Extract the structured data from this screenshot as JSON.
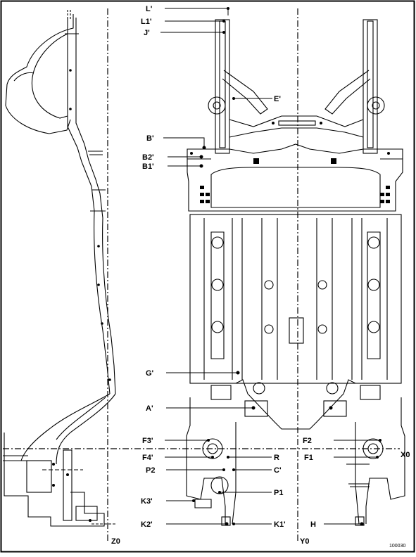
{
  "diagram": {
    "reference_number": "100030",
    "axes": {
      "z0": "Z0",
      "y0": "Y0",
      "x0": "X0"
    },
    "points": {
      "L_prime": "L'",
      "L1_prime": "L1'",
      "J_prime": "J'",
      "E_prime": "E'",
      "B_prime": "B'",
      "B2_prime": "B2'",
      "B1_prime": "B1'",
      "G_prime": "G'",
      "A_prime": "A'",
      "F3_prime": "F3'",
      "F4_prime": "F4'",
      "R": "R",
      "F2": "F2",
      "F1": "F1",
      "P2": "P2",
      "C_prime": "C'",
      "P1": "P1",
      "K3_prime": "K3'",
      "K2_prime": "K2'",
      "K1_prime": "K1'",
      "H": "H"
    }
  }
}
